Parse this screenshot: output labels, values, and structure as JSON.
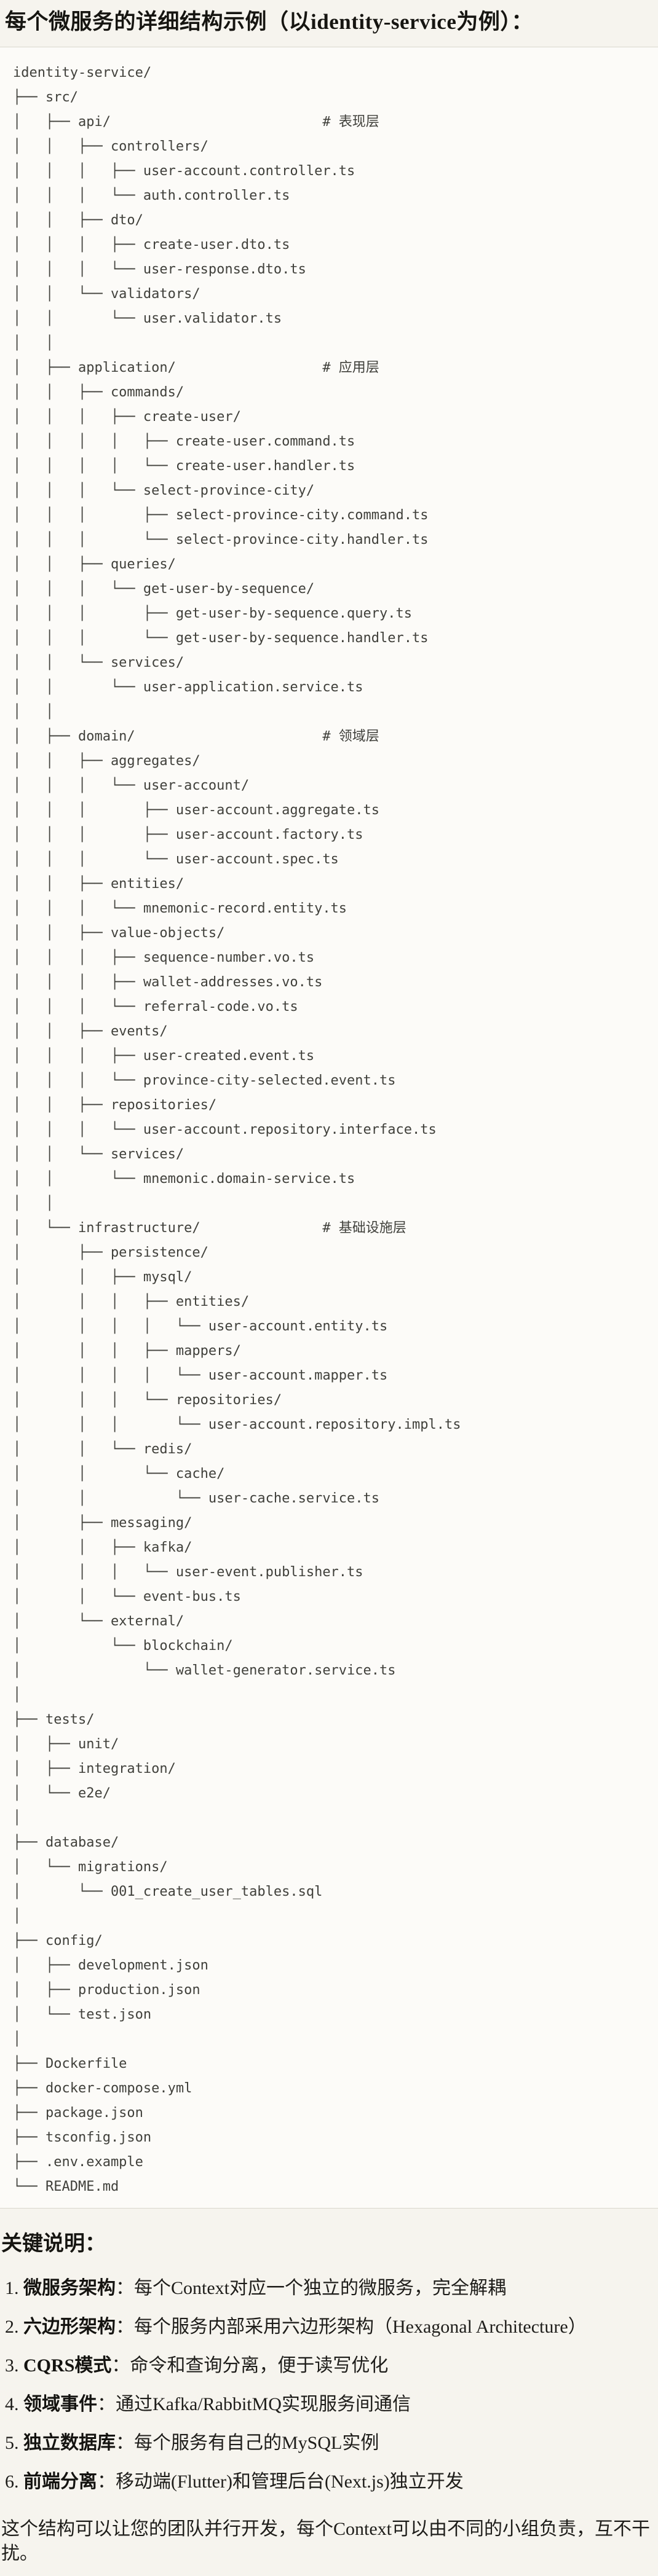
{
  "title": "每个微服务的详细结构示例（以identity-service为例）：",
  "code_block": {
    "language": "text",
    "lines": [
      "identity-service/",
      "├── src/",
      "│   ├── api/                          # 表现层",
      "│   │   ├── controllers/",
      "│   │   │   ├── user-account.controller.ts",
      "│   │   │   └── auth.controller.ts",
      "│   │   ├── dto/",
      "│   │   │   ├── create-user.dto.ts",
      "│   │   │   └── user-response.dto.ts",
      "│   │   └── validators/",
      "│   │       └── user.validator.ts",
      "│   │",
      "│   ├── application/                  # 应用层",
      "│   │   ├── commands/",
      "│   │   │   ├── create-user/",
      "│   │   │   │   ├── create-user.command.ts",
      "│   │   │   │   └── create-user.handler.ts",
      "│   │   │   └── select-province-city/",
      "│   │   │       ├── select-province-city.command.ts",
      "│   │   │       └── select-province-city.handler.ts",
      "│   │   ├── queries/",
      "│   │   │   └── get-user-by-sequence/",
      "│   │   │       ├── get-user-by-sequence.query.ts",
      "│   │   │       └── get-user-by-sequence.handler.ts",
      "│   │   └── services/",
      "│   │       └── user-application.service.ts",
      "│   │",
      "│   ├── domain/                       # 领域层",
      "│   │   ├── aggregates/",
      "│   │   │   └── user-account/",
      "│   │   │       ├── user-account.aggregate.ts",
      "│   │   │       ├── user-account.factory.ts",
      "│   │   │       └── user-account.spec.ts",
      "│   │   ├── entities/",
      "│   │   │   └── mnemonic-record.entity.ts",
      "│   │   ├── value-objects/",
      "│   │   │   ├── sequence-number.vo.ts",
      "│   │   │   ├── wallet-addresses.vo.ts",
      "│   │   │   └── referral-code.vo.ts",
      "│   │   ├── events/",
      "│   │   │   ├── user-created.event.ts",
      "│   │   │   └── province-city-selected.event.ts",
      "│   │   ├── repositories/",
      "│   │   │   └── user-account.repository.interface.ts",
      "│   │   └── services/",
      "│   │       └── mnemonic.domain-service.ts",
      "│   │",
      "│   └── infrastructure/               # 基础设施层",
      "│       ├── persistence/",
      "│       │   ├── mysql/",
      "│       │   │   ├── entities/",
      "│       │   │   │   └── user-account.entity.ts",
      "│       │   │   ├── mappers/",
      "│       │   │   │   └── user-account.mapper.ts",
      "│       │   │   └── repositories/",
      "│       │   │       └── user-account.repository.impl.ts",
      "│       │   └── redis/",
      "│       │       └── cache/",
      "│       │           └── user-cache.service.ts",
      "│       ├── messaging/",
      "│       │   ├── kafka/",
      "│       │   │   └── user-event.publisher.ts",
      "│       │   └── event-bus.ts",
      "│       └── external/",
      "│           └── blockchain/",
      "│               └── wallet-generator.service.ts",
      "│",
      "├── tests/",
      "│   ├── unit/",
      "│   ├── integration/",
      "│   └── e2e/",
      "│",
      "├── database/",
      "│   └── migrations/",
      "│       └── 001_create_user_tables.sql",
      "│",
      "├── config/",
      "│   ├── development.json",
      "│   ├── production.json",
      "│   └── test.json",
      "│",
      "├── Dockerfile",
      "├── docker-compose.yml",
      "├── package.json",
      "├── tsconfig.json",
      "├── .env.example",
      "└── README.md"
    ],
    "layer_comments": [
      "# 表现层",
      "# 应用层",
      "# 领域层",
      "# 基础设施层"
    ]
  },
  "notes": {
    "heading": "关键说明：",
    "items": [
      {
        "num": "1.",
        "label": "微服务架构",
        "text": "：每个Context对应一个独立的微服务，完全解耦"
      },
      {
        "num": "2.",
        "label": "六边形架构",
        "text": "：每个服务内部采用六边形架构（Hexagonal Architecture）"
      },
      {
        "num": "3.",
        "label": "CQRS模式",
        "text": "：命令和查询分离，便于读写优化"
      },
      {
        "num": "4.",
        "label": "领域事件",
        "text": "：通过Kafka/RabbitMQ实现服务间通信"
      },
      {
        "num": "5.",
        "label": "独立数据库",
        "text": "：每个服务有自己的MySQL实例"
      },
      {
        "num": "6.",
        "label": "前端分离",
        "text": "：移动端(Flutter)和管理后台(Next.js)独立开发"
      }
    ]
  },
  "closing": "这个结构可以让您的团队并行开发，每个Context可以由不同的小组负责，互不干扰。"
}
